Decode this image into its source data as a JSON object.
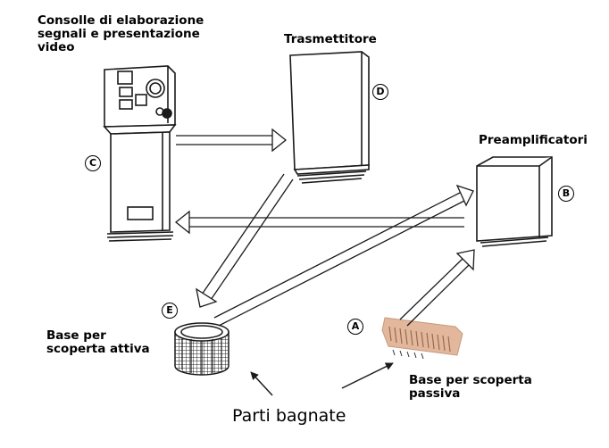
{
  "labels": {
    "console": "Consolle di elaborazione\nsegnali e presentazione\nvideo",
    "transmitter": "Trasmettitore",
    "preamplifiers": "Preamplificatori",
    "active_base": "Base per\nscoperta attiva",
    "passive_base": "Base per scoperta\npassiva",
    "wetted_parts": "Parti bagnate"
  },
  "badges": {
    "A": "A",
    "B": "B",
    "C": "C",
    "D": "D",
    "E": "E"
  },
  "colors": {
    "line": "#1a1a1a",
    "background": "#ffffff",
    "passive_base_fill": "#e2b79c",
    "passive_base_stripes": "#9a6a50"
  },
  "components": [
    {
      "id": "C",
      "name": "console",
      "icon": "console-cabinet-icon"
    },
    {
      "id": "D",
      "name": "transmitter",
      "icon": "transmitter-cabinet-icon"
    },
    {
      "id": "B",
      "name": "preamplifiers",
      "icon": "preamplifier-box-icon"
    },
    {
      "id": "E",
      "name": "active-base",
      "icon": "cylindrical-transducer-icon"
    },
    {
      "id": "A",
      "name": "passive-base",
      "icon": "passive-array-icon"
    }
  ],
  "connections": [
    {
      "from": "C",
      "to": "D"
    },
    {
      "from": "B",
      "to": "C"
    },
    {
      "from": "D",
      "to": "E"
    },
    {
      "from": "E",
      "to": "B"
    },
    {
      "from": "A",
      "to": "B"
    }
  ]
}
